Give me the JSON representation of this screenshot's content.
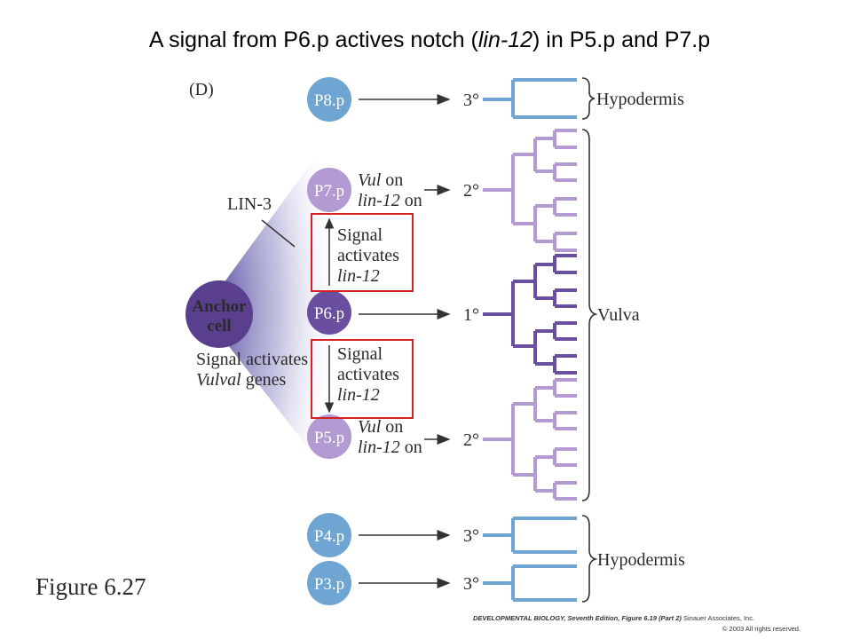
{
  "title": {
    "prefix": "A signal from P6.p actives notch (",
    "gene": "lin-12",
    "suffix": ") in P5.p and P7.p"
  },
  "panel_label": "(D)",
  "figure_label": "Figure 6.27",
  "anchor_cell": {
    "line1": "Anchor",
    "line2": "cell"
  },
  "lin3_label": "LIN-3",
  "anchor_signal": {
    "line1": "Signal activates",
    "line2_italic": "Vulval",
    "line2_rest": " genes"
  },
  "cells": {
    "p8": "P8.p",
    "p7": "P7.p",
    "p6": "P6.p",
    "p5": "P5.p",
    "p4": "P4.p",
    "p3": "P3.p"
  },
  "fates": {
    "p8": "3°",
    "p7": "2°",
    "p6": "1°",
    "p5": "2°",
    "p4": "3°",
    "p3": "3°"
  },
  "p7_state": {
    "vul": "Vul",
    "on1": " on",
    "lin": "lin-12",
    "on2": " on"
  },
  "p5_state": {
    "vul": "Vul",
    "on1": " on",
    "lin": "lin-12",
    "on2": " on"
  },
  "signal_upper": {
    "line1": "Signal",
    "line2": "activates",
    "line3": "lin-12"
  },
  "signal_lower": {
    "line1": "Signal",
    "line2": "activates",
    "line3": "lin-12"
  },
  "outcomes": {
    "top": "Hypodermis",
    "middle": "Vulva",
    "bottom": "Hypodermis"
  },
  "credit": {
    "line1_book": "DEVELOPMENTAL BIOLOGY, Seventh Edition, Figure 6.19 (Part 2)",
    "line1_pub": "  Sinauer Associates, Inc.",
    "line2": "© 2003 All rights reserved."
  },
  "colors": {
    "tertiary": "#6fa5d3",
    "secondary": "#b39ad3",
    "primary": "#6a4fa0",
    "anchor": "#5b3f8f",
    "highlight_box": "#d32222"
  }
}
